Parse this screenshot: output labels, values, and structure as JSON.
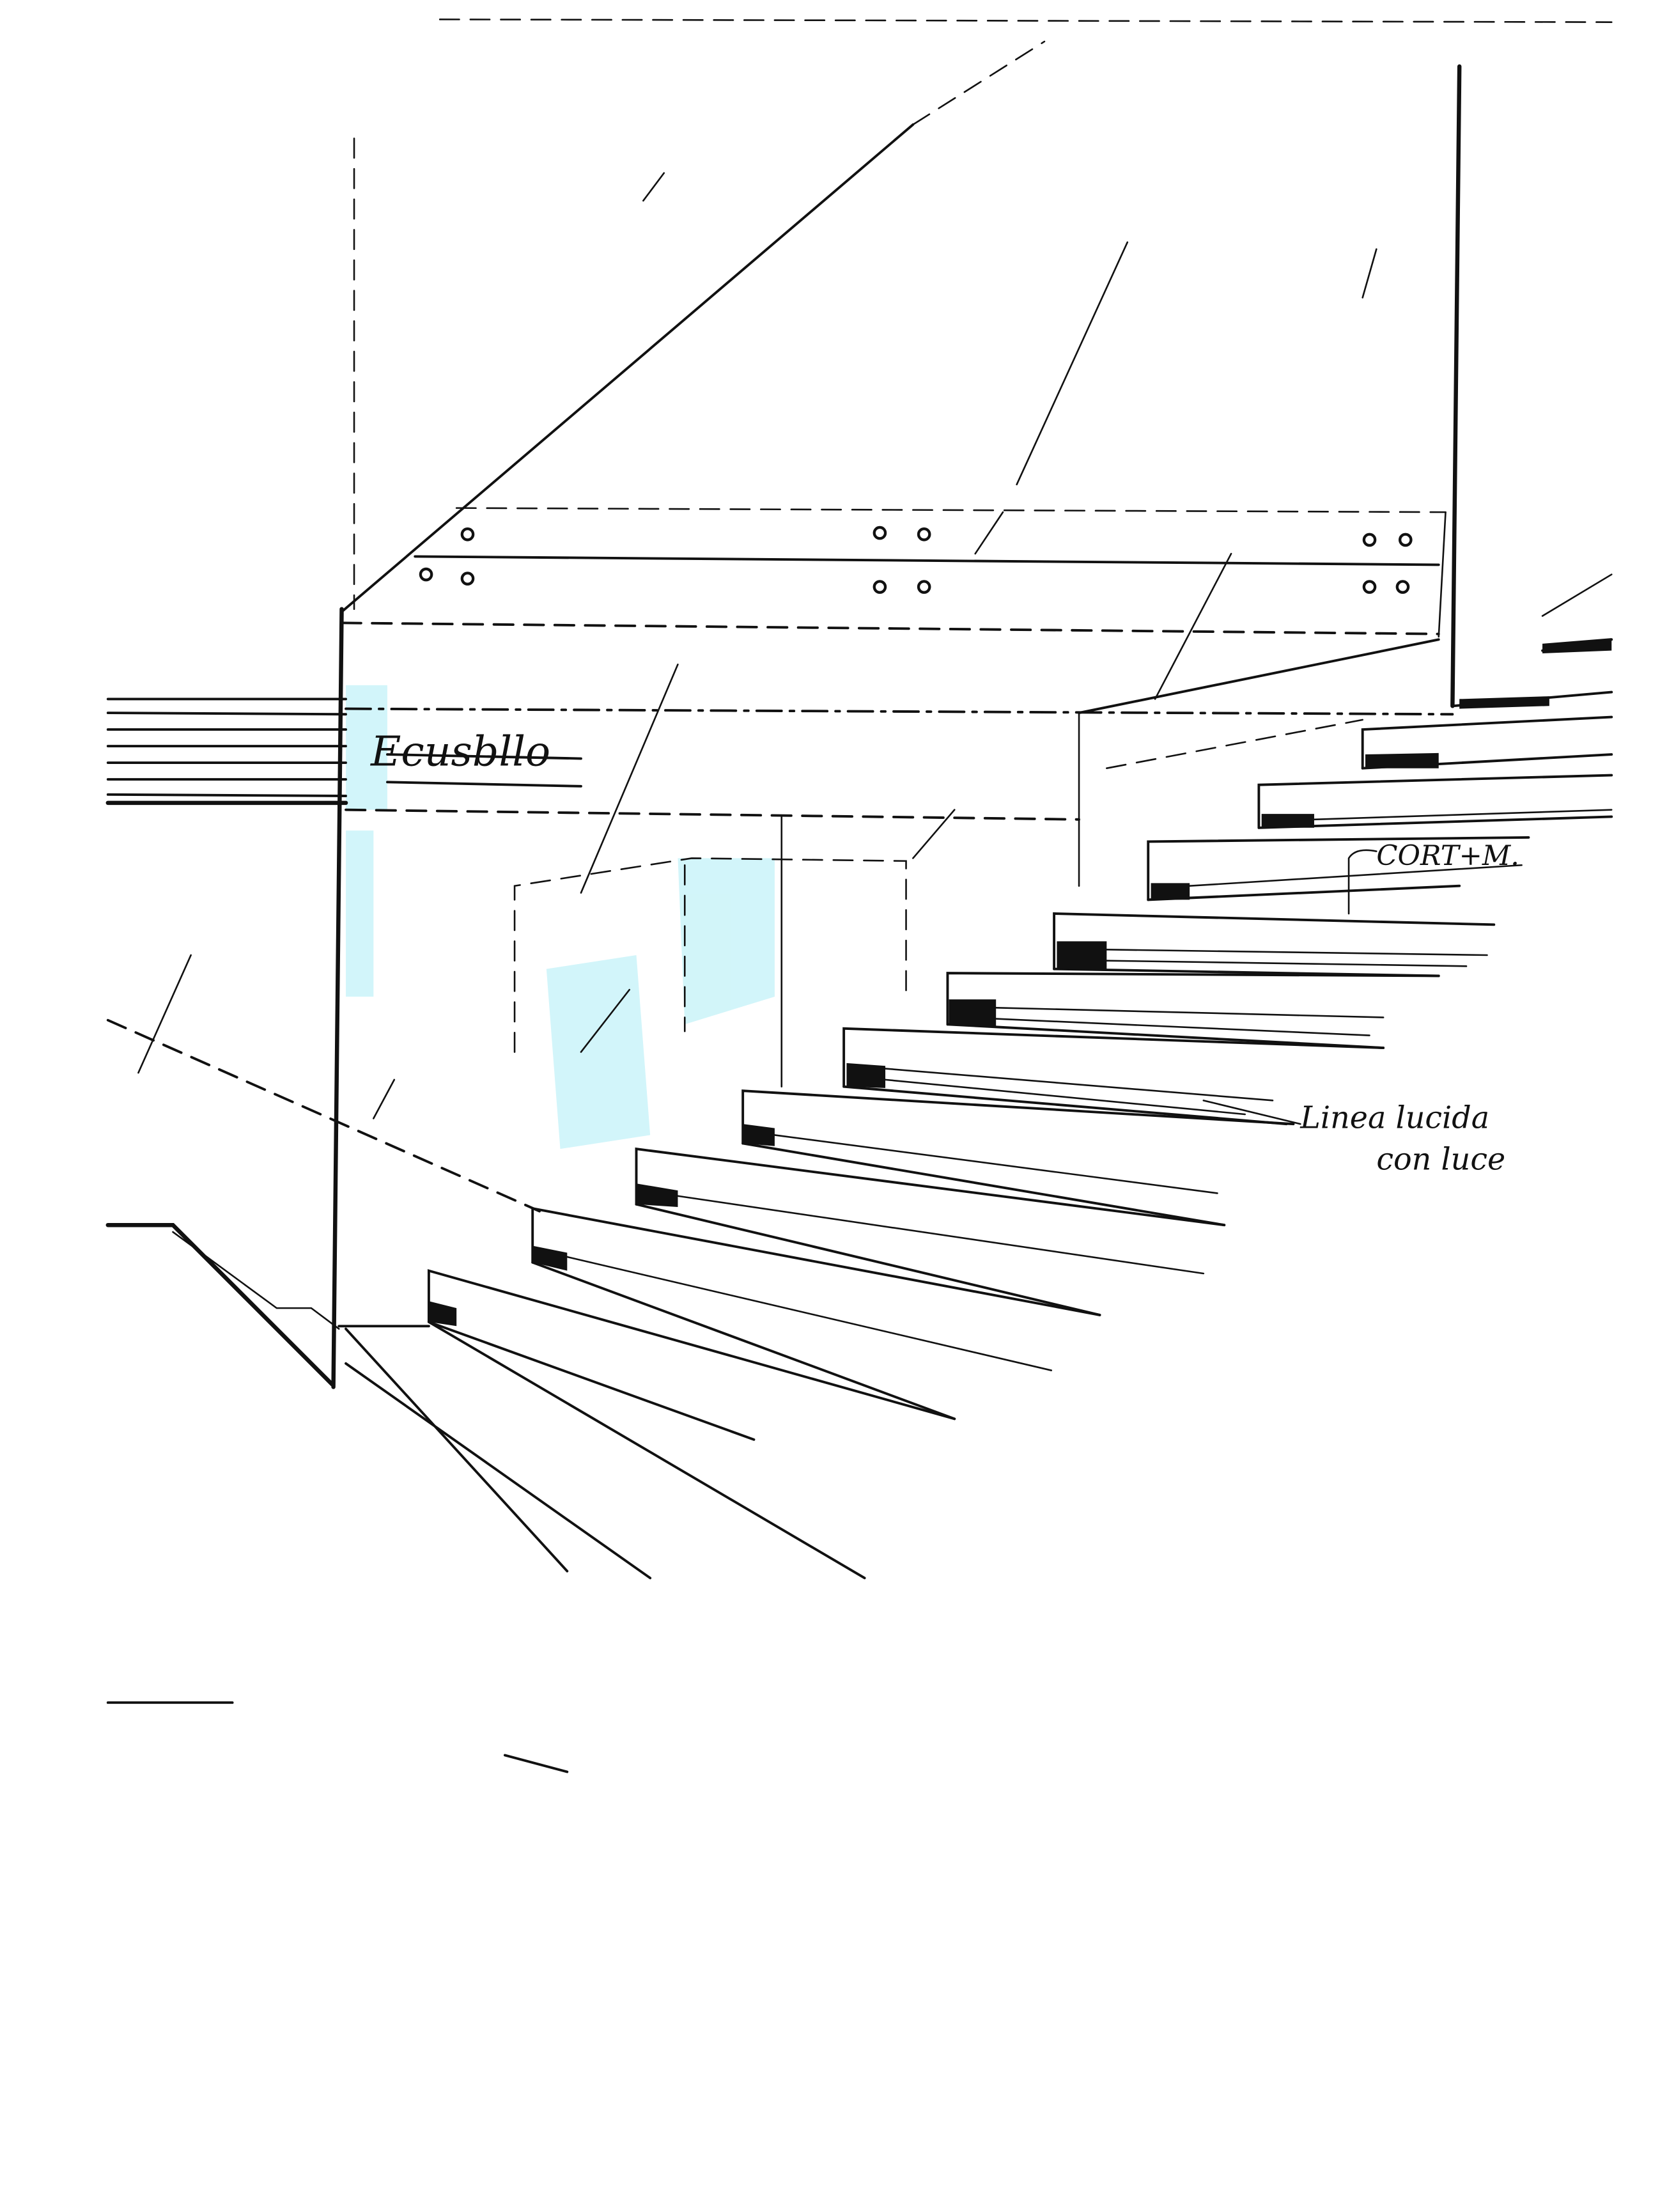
{
  "drawing": {
    "labels": {
      "wall_label": "Ecusbllo",
      "tread_label": "CORT+M.",
      "light_label_line1": "Linea lucida",
      "light_label_line2": "con luce"
    },
    "colors": {
      "ink": "#111111",
      "cyan_wash": "#7fe3f0",
      "paper": "#ffffff"
    }
  }
}
